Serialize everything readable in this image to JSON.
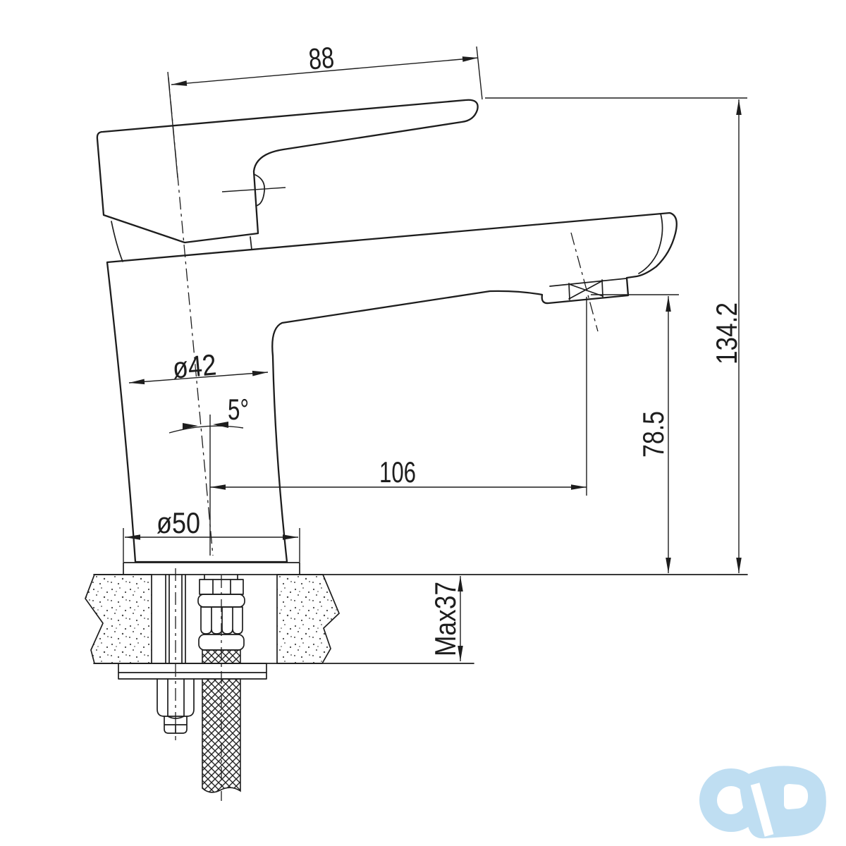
{
  "drawing": {
    "dimensions": {
      "handle_length": "88",
      "total_height": "134.2",
      "body_diameter": "ø42",
      "handle_angle": "5°",
      "spout_reach": "106",
      "spout_height": "78.5",
      "base_diameter": "ø50",
      "max_counter_thickness": "Max37"
    },
    "colors": {
      "line": "#1d1d1d",
      "background": "#ffffff",
      "logo": "#bfdef2"
    }
  }
}
